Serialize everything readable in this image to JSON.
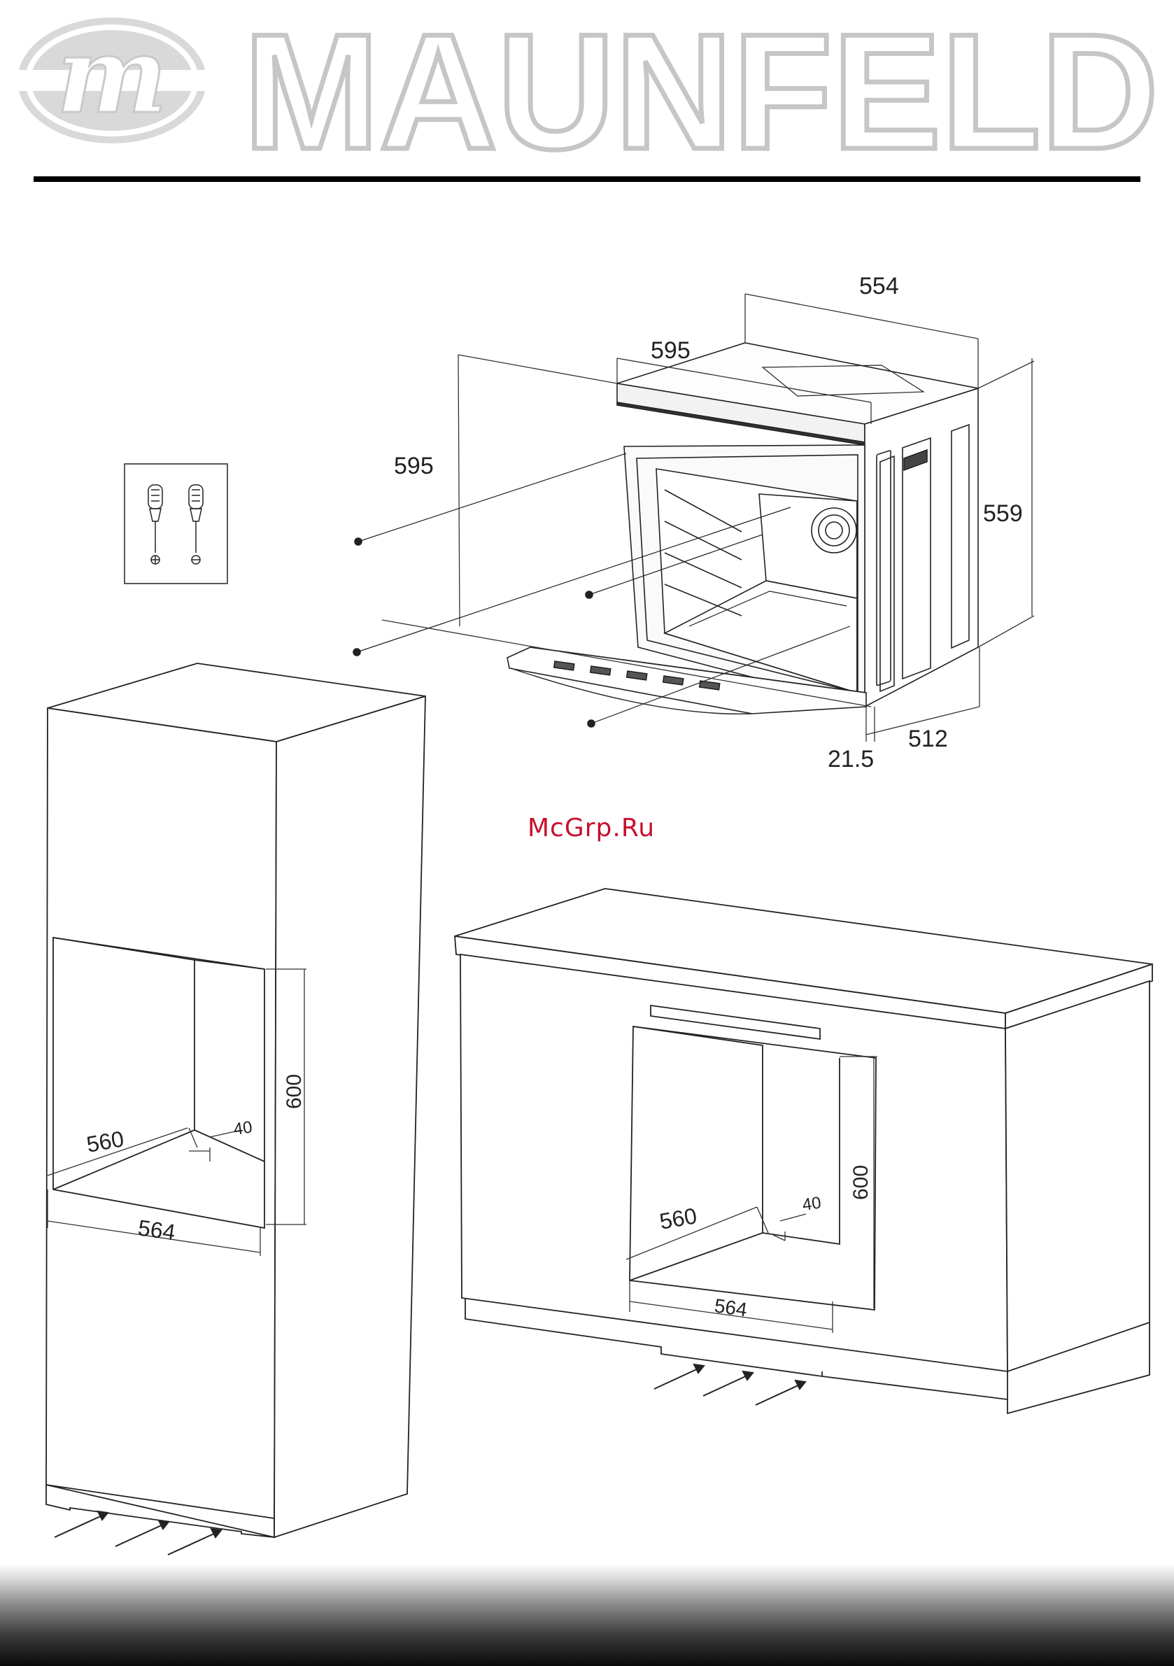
{
  "brand": {
    "name": "MAUNFELD",
    "logo_mark_icon": "maunfeld-m-logo-icon",
    "logo_color": "#d9d9d9",
    "rule_color": "#000000"
  },
  "watermark": {
    "text": "McGrp.Ru",
    "color": "#c8102e"
  },
  "tools_box": {
    "icons": [
      "phillips-screwdriver-icon",
      "flathead-screwdriver-icon"
    ]
  },
  "oven_dimensions": {
    "width_top": "554",
    "width_front": "595",
    "height_front": "595",
    "height_side": "559",
    "depth": "512",
    "front_thickness": "21.5"
  },
  "column_cabinet": {
    "niche_height": "600",
    "niche_depth": "560",
    "niche_width": "564",
    "vent_gap": "40"
  },
  "under_counter_cabinet": {
    "niche_height": "600",
    "niche_depth": "560",
    "niche_width": "564",
    "vent_gap": "40"
  }
}
